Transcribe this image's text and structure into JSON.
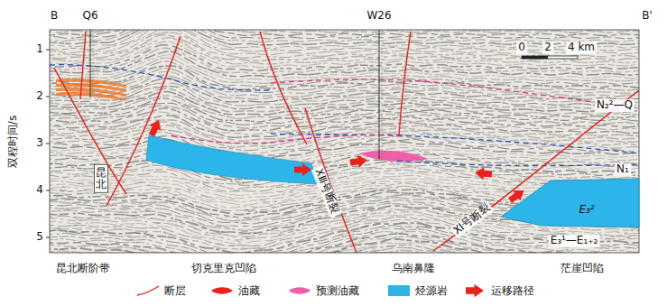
{
  "diagram": {
    "nodes": [
      {
        "text": [
          "E₃²"
        ]
      }
    ],
    "labels": [
      "B",
      "Q6",
      "W26",
      "B'",
      "双程时间/s",
      "1",
      "2",
      "3",
      "4",
      "5",
      "0",
      "2",
      "4 km",
      "N₂²—Q",
      "N₁",
      "E₃¹—E₁₊₂",
      "昆北",
      "ⅩⅢ号断裂",
      "Ⅺ号断裂",
      "昆北断阶带",
      "切克里克凹陷",
      "乌南鼻隆",
      "茫崖凹陷"
    ],
    "legend": [
      {
        "text": "断层"
      },
      {
        "text": "油藏"
      },
      {
        "text": "预测油藏"
      },
      {
        "text": "烃源岩",
        "color": "#2bb5e8"
      },
      {
        "text": "运移路径"
      }
    ]
  }
}
